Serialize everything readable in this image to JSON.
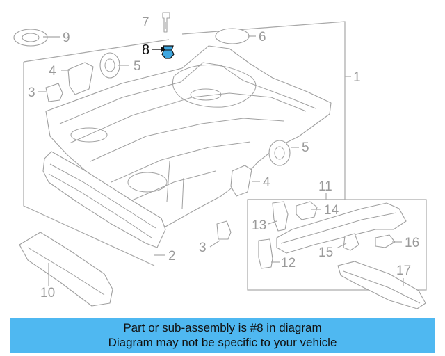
{
  "diagram": {
    "callouts": {
      "c1": "1",
      "c2": "2",
      "c3a": "3",
      "c3b": "3",
      "c4a": "4",
      "c4b": "4",
      "c5a": "5",
      "c5b": "5",
      "c6": "6",
      "c7": "7",
      "c8": "8",
      "c9": "9",
      "c10": "10",
      "c11": "11",
      "c12": "12",
      "c13": "13",
      "c14": "14",
      "c15": "15",
      "c16": "16",
      "c17": "17"
    },
    "highlight_color": "#3fa7e0"
  },
  "banner": {
    "line1": "Part or sub-assembly is #8 in diagram",
    "line2": "Diagram may not be specific to your vehicle",
    "color": "#4fb8f1"
  }
}
